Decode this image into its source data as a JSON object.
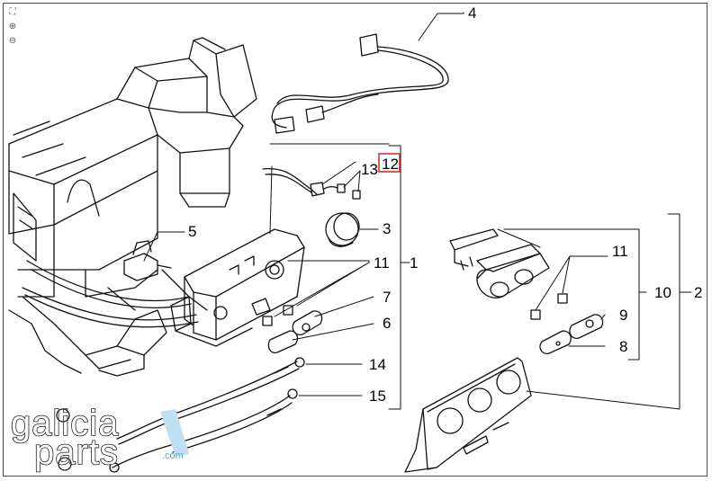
{
  "toolbar": {
    "items": [
      {
        "name": "fit-view-icon",
        "glyph": "⛶"
      },
      {
        "name": "zoom-in-icon",
        "glyph": "⊕"
      },
      {
        "name": "zoom-out-icon",
        "glyph": "⊖"
      }
    ]
  },
  "callouts": {
    "c4": "4",
    "c5": "5",
    "c13": "13",
    "c12": "12",
    "c3": "3",
    "c11a": "11",
    "c1": "1",
    "c7": "7",
    "c6": "6",
    "c14": "14",
    "c15": "15",
    "c11b": "11",
    "c10": "10",
    "c2": "2",
    "c9": "9",
    "c8": "8"
  },
  "highlight": {
    "callout": "12",
    "color": "#d62020"
  },
  "logo": {
    "line1": "galicia",
    "line2": "parts",
    "suffix": ".com",
    "accent": "#5fa9d6"
  }
}
